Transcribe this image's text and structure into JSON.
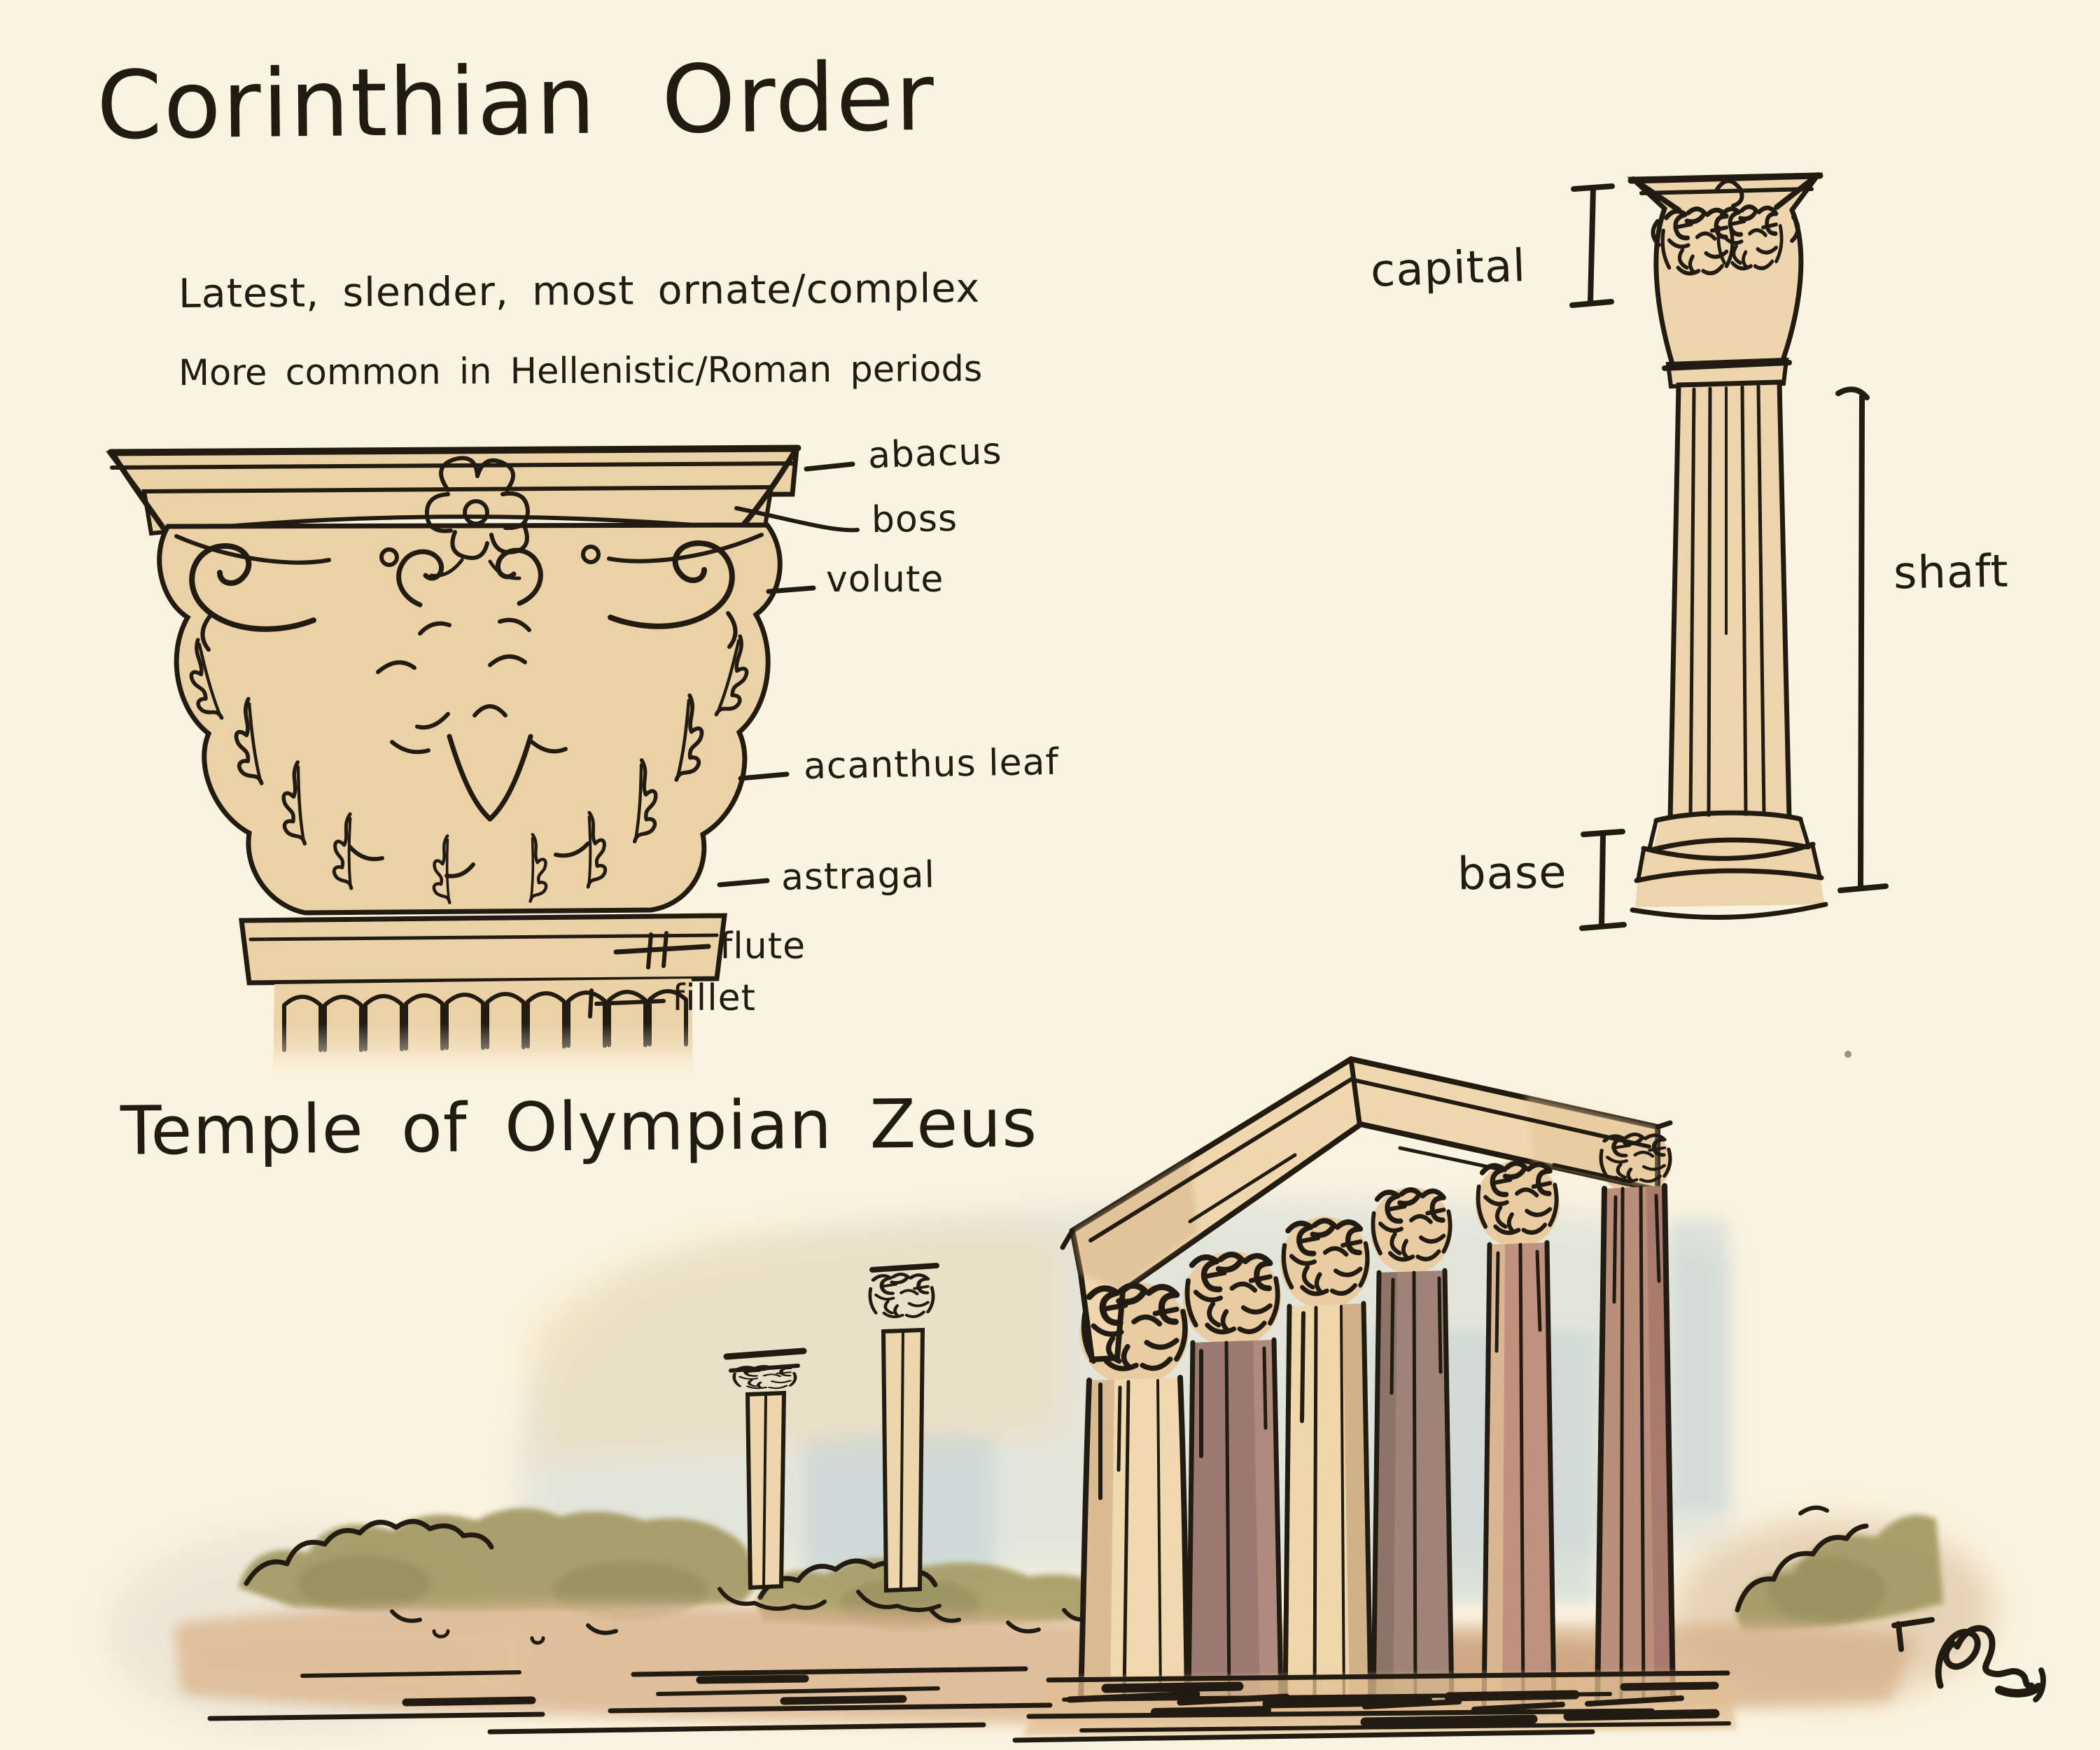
{
  "header": {
    "title": "Corinthian Order",
    "subtitle_line1": "Latest, slender, most ornate/complex",
    "subtitle_line2": "More common in Hellenistic/Roman periods"
  },
  "capital_diagram": {
    "labels": {
      "abacus": "abacus",
      "boss": "boss",
      "volute": "volute",
      "acanthus_leaf": "acanthus leaf",
      "astragal": "astragal",
      "flute": "flute",
      "fillet": "fillet"
    }
  },
  "column_diagram": {
    "labels": {
      "capital": "capital",
      "shaft": "shaft",
      "base": "base"
    }
  },
  "temple_section": {
    "title": "Temple of Olympian Zeus"
  },
  "colors": {
    "paper": "#FBF3DF",
    "ink": "#221B12",
    "stone": "#EBD1A6",
    "stone_light": "#F0DAB2",
    "shadow_mauve": "#9B7971",
    "shadow_rose": "#B88E7B",
    "ground_tan": "#D8B28D",
    "shrub_olive": "#A49B66",
    "sky_wash": "#CCD8D5"
  }
}
